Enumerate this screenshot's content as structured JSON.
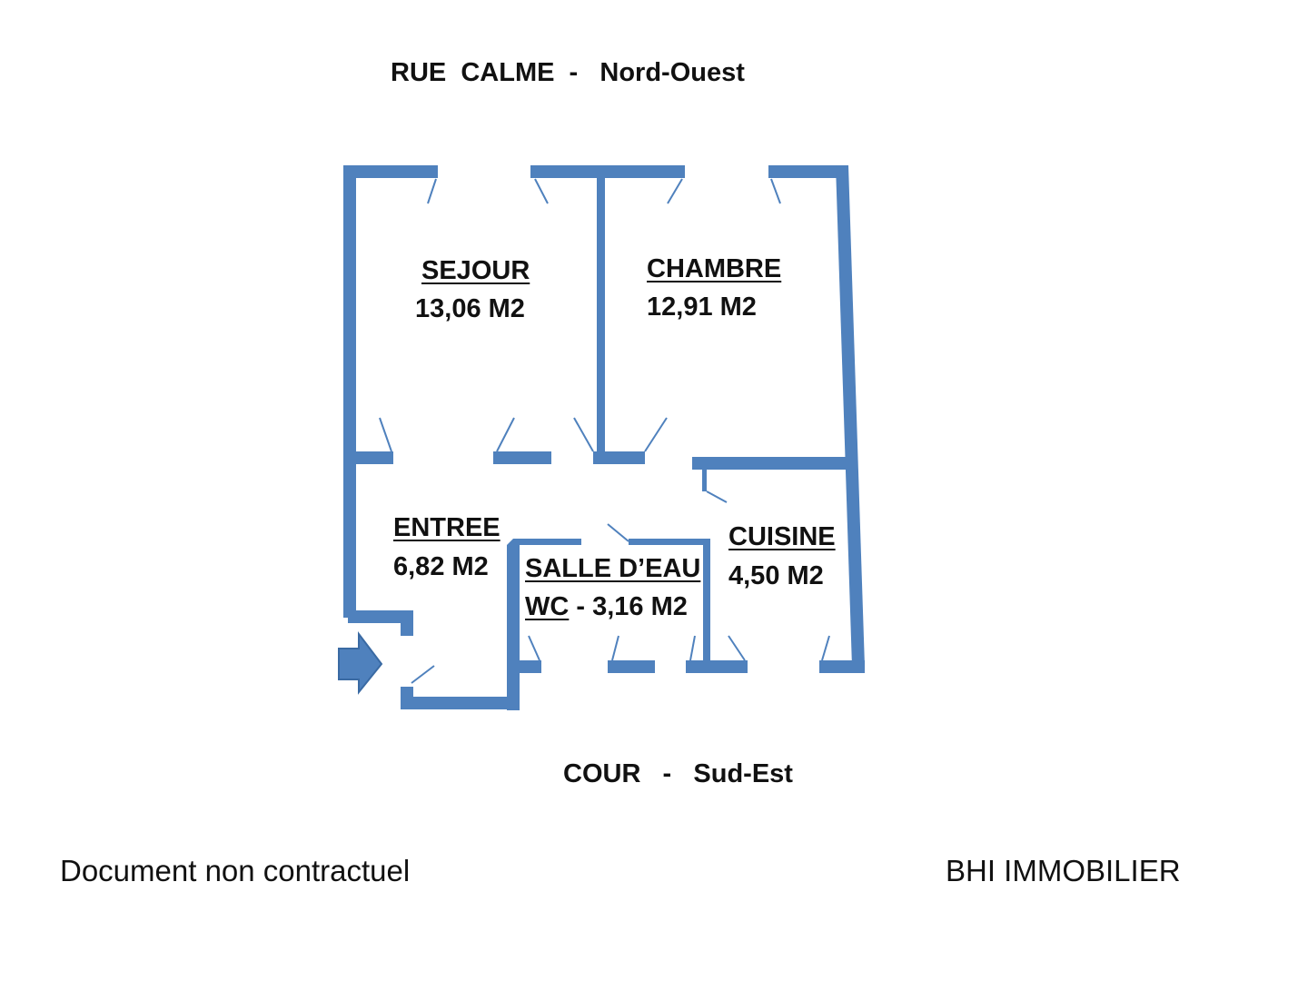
{
  "orientation": {
    "north": "RUE  CALME  -   Nord-Ouest",
    "south": "COUR   -   Sud-Est"
  },
  "rooms": {
    "sejour": {
      "name": "SEJOUR",
      "area": "13,06 M2"
    },
    "chambre": {
      "name": "CHAMBRE",
      "area": "12,91 M2"
    },
    "entree": {
      "name": "ENTREE",
      "area": "6,82 M2"
    },
    "salle_eau": {
      "name": "SALLE D’EAU",
      "name2": "WC",
      "area": " - 3,16 M2"
    },
    "cuisine": {
      "name": "CUISINE",
      "area": "4,50 M2"
    }
  },
  "footer": {
    "disclaimer": "Document non contractuel",
    "agency": "BHI IMMOBILIER"
  },
  "colors": {
    "wall": "#4f81bd",
    "text": "#111111"
  },
  "icons": {
    "entrance": "entrance-arrow-icon"
  }
}
